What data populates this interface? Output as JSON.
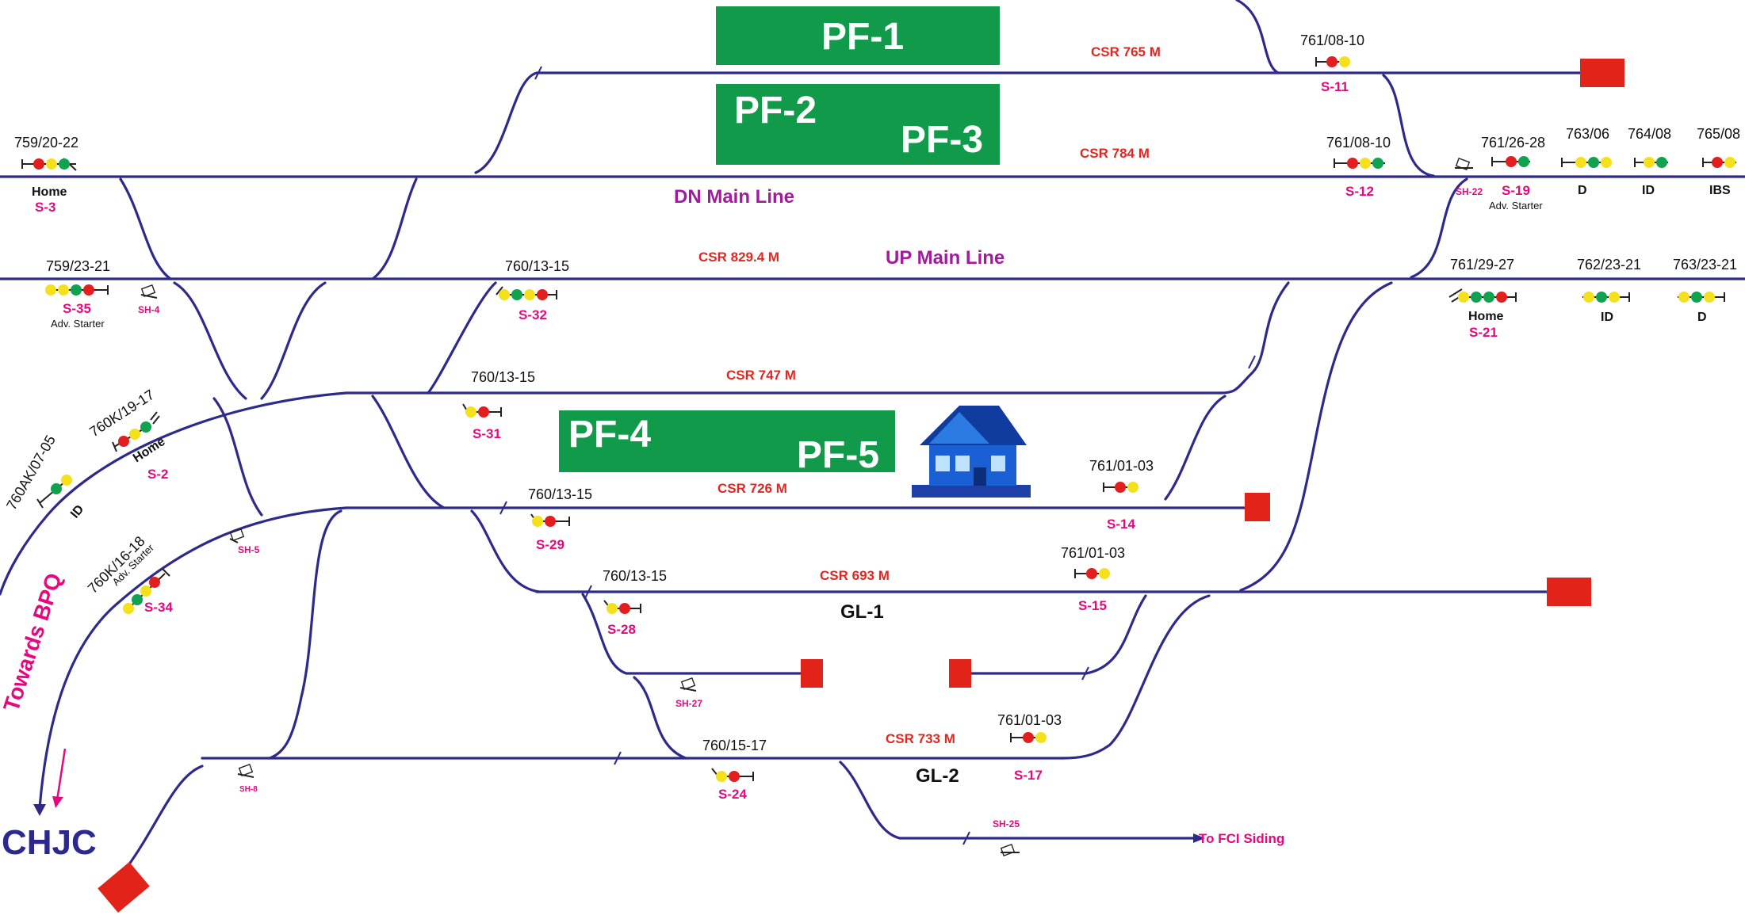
{
  "platforms": {
    "pf1": "PF-1",
    "pf2": "PF-2",
    "pf3": "PF-3",
    "pf4": "PF-4",
    "pf5": "PF-5"
  },
  "lines": {
    "dn_main": "DN Main Line",
    "up_main": "UP Main Line",
    "gl1": "GL-1",
    "gl2": "GL-2"
  },
  "csr": {
    "c765": "CSR 765 M",
    "c784": "CSR 784 M",
    "c8294": "CSR 829.4 M",
    "c747": "CSR 747 M",
    "c726": "CSR 726 M",
    "c693": "CSR 693 M",
    "c733": "CSR 733 M"
  },
  "km": {
    "k1": "759/20-22",
    "k2": "759/23-21",
    "k3": "760/13-15",
    "k4": "760/13-15",
    "k5": "760K/19-17",
    "k6": "760AK/07-05",
    "k7": "760/13-15",
    "k8": "760K/16-18",
    "k9": "760/13-15",
    "k10": "760/15-17",
    "k11": "761/08-10",
    "k12": "761/08-10",
    "k13": "761/26-28",
    "k14": "763/06",
    "k15": "764/08",
    "k16": "765/08",
    "k17": "761/29-27",
    "k18": "762/23-21",
    "k19": "763/23-21",
    "k20": "761/01-03",
    "k21": "761/01-03",
    "k22": "761/01-03"
  },
  "signals": {
    "s3": "S-3",
    "s35": "S-35",
    "s32": "S-32",
    "s31": "S-31",
    "s2": "S-2",
    "s29": "S-29",
    "s34": "S-34",
    "s28": "S-28",
    "s24": "S-24",
    "s11": "S-11",
    "s12": "S-12",
    "s19": "S-19",
    "s21": "S-21",
    "s14": "S-14",
    "s15": "S-15",
    "s17": "S-17"
  },
  "shunts": {
    "sh4": "SH-4",
    "sh5": "SH-5",
    "sh8": "SH-8",
    "sh27": "SH-27",
    "sh25": "SH-25",
    "sh22": "SH-22"
  },
  "captions": {
    "home_s3": "Home",
    "adv_s35": "Adv. Starter",
    "home_s2": "Home",
    "id_left": "ID",
    "adv_s34": "Adv. Starter",
    "adv_s19": "Adv. Starter",
    "d1": "D",
    "id1": "ID",
    "ibs": "IBS",
    "home_s21": "Home",
    "id2": "ID",
    "d2": "D"
  },
  "directions": {
    "towards": "Towards BPQ",
    "station": "CHJC",
    "fci": "To FCI Siding"
  },
  "colors": {
    "track": "#2e2a8c",
    "platform": "#119a4a",
    "signal_red": "#e21e1e",
    "signal_yellow": "#f4e11c",
    "signal_green": "#10a24f",
    "signal_label": "#e5097f",
    "csr": "#e42620",
    "line_label": "#a11c9c"
  }
}
